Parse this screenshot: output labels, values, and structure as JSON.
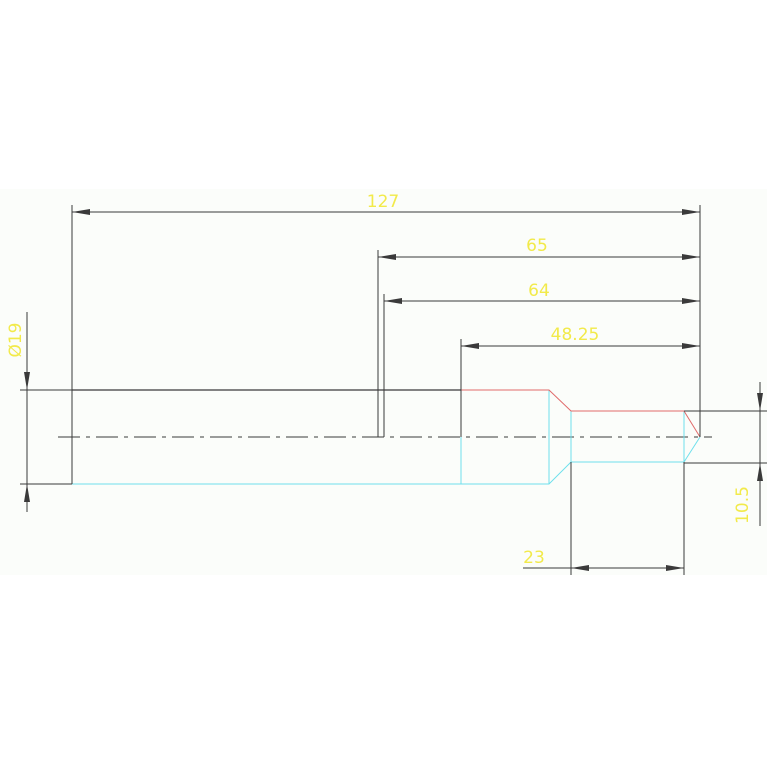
{
  "drawing": {
    "background_color": "#fbfdfa",
    "line_color": "#3a3a3a",
    "profile_color": "#6fe0ec",
    "cut_color": "#e06a6a",
    "text_color": "#f2ea4a"
  },
  "dimensions": {
    "overall_length": "127",
    "length_65": "65",
    "length_64": "64",
    "length_48": "48.25",
    "diameter": "Ø19",
    "length_23": "23",
    "radius_10": "10.5"
  }
}
